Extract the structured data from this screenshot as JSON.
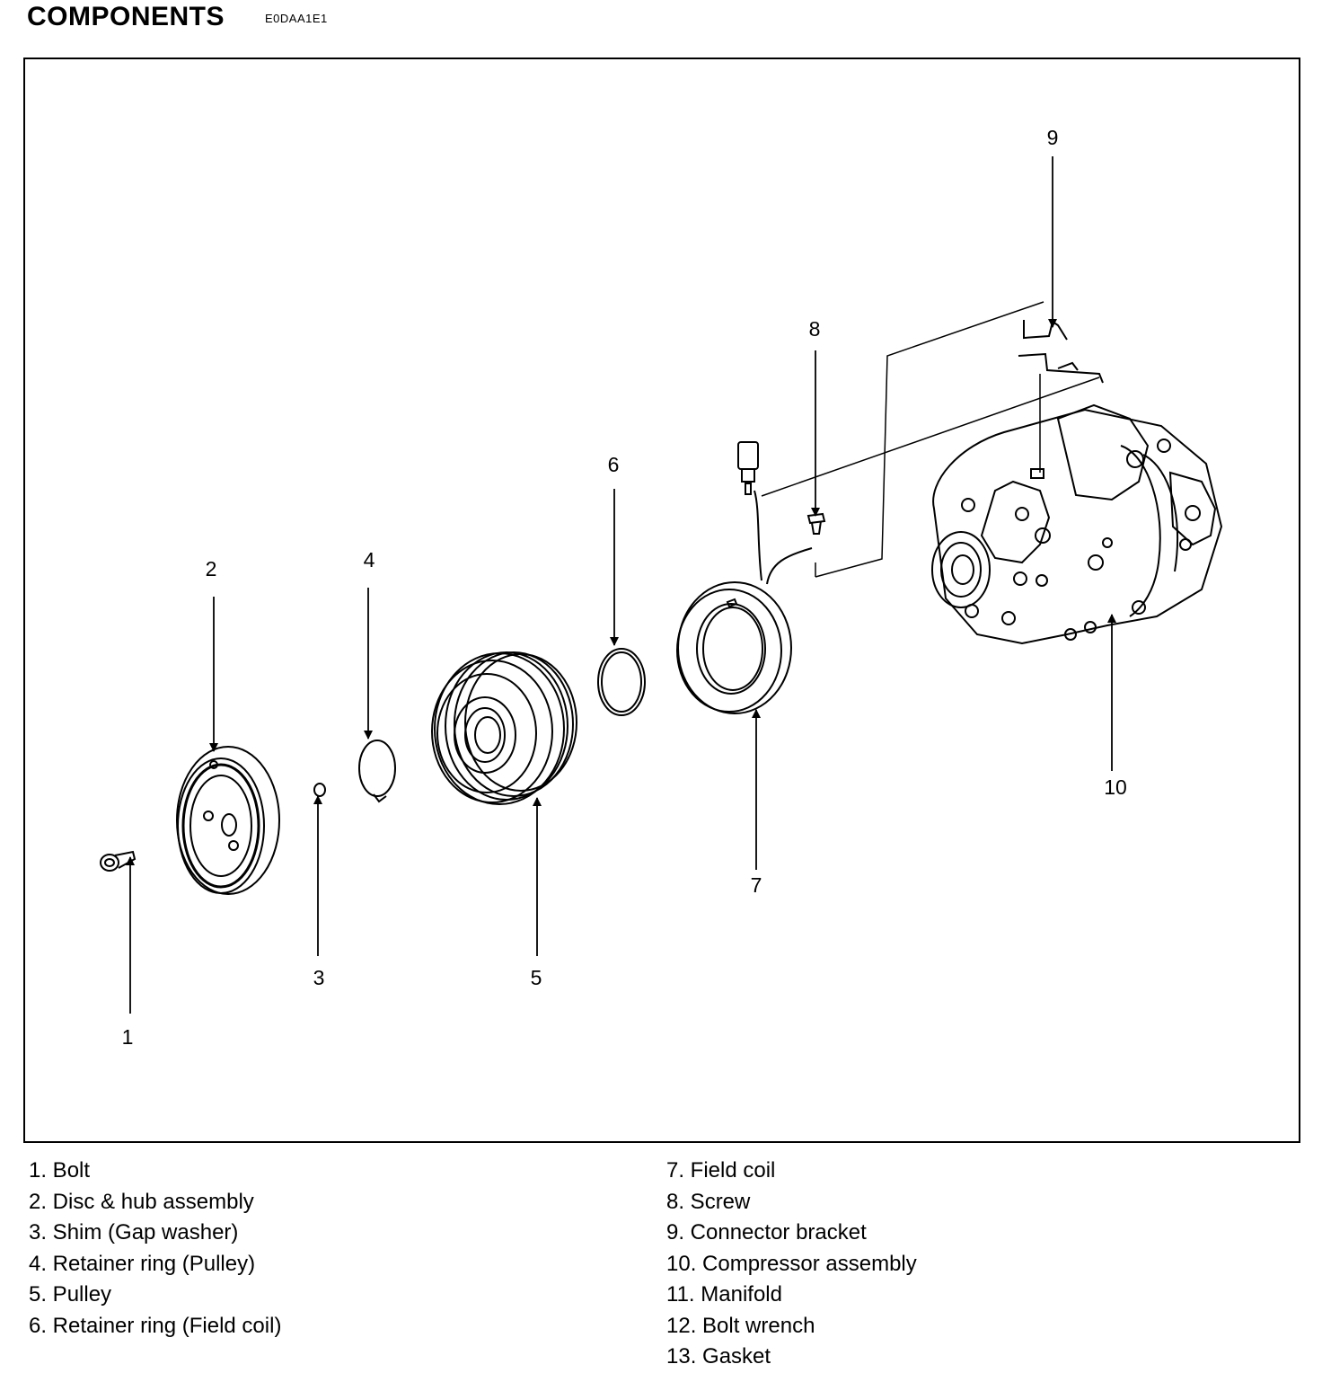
{
  "header": {
    "title": "COMPONENTS",
    "code": "E0DAA1E1"
  },
  "callouts": [
    "1",
    "2",
    "3",
    "4",
    "5",
    "6",
    "7",
    "8",
    "9",
    "10"
  ],
  "legend": {
    "left": [
      "1. Bolt",
      "2. Disc & hub assembly",
      "3. Shim (Gap washer)",
      "4. Retainer ring (Pulley)",
      "5. Pulley",
      "6. Retainer ring (Field coil)"
    ],
    "right": [
      "7. Field coil",
      "8. Screw",
      "9. Connector bracket",
      "10. Compressor assembly",
      "11. Manifold",
      "12. Bolt wrench",
      "13. Gasket"
    ]
  }
}
